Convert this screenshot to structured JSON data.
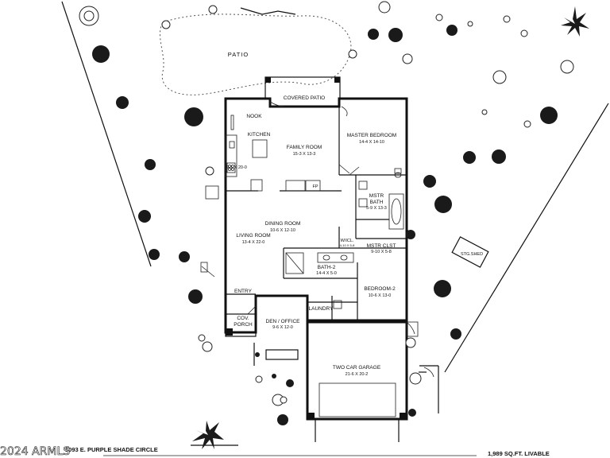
{
  "rooms": {
    "patio": "PATIO",
    "covered_patio": "COVERED PATIO",
    "nook": "NOOK",
    "kitchen": {
      "name": "KITCHEN",
      "dim": "9-1 X 20-0"
    },
    "family_room": {
      "name": "FAMILY ROOM",
      "dim": "15-3 X 13-3"
    },
    "master_bedroom": {
      "name": "MASTER BEDROOM",
      "dim": "14-4 X 14-10"
    },
    "mstr_bath": {
      "line1": "MSTR",
      "line2": "BATH",
      "dim": "5-9 X 13-3"
    },
    "fp": "FP",
    "dining_room": {
      "name": "DINING ROOM",
      "dim": "10-6 X 12-10"
    },
    "living_room": {
      "name": "LIVING ROOM",
      "dim": "13-4 X 22-0"
    },
    "wicl": {
      "name": "W/ICL.",
      "dim": "4-10 X 5-8"
    },
    "mstr_clst": {
      "name": "MSTR CLST",
      "dim": "9-10 X 5-8"
    },
    "bath_2": {
      "name": "BATH-2",
      "dim": "14-4 X 5-0"
    },
    "bedroom_2": {
      "name": "BEDROOM-2",
      "dim": "10-6 X 13-0"
    },
    "entry": "ENTRY",
    "cov_porch": {
      "line1": "COV.",
      "line2": "PORCH"
    },
    "den_office": {
      "name": "DEN / OFFICE",
      "dim": "9-6 X 12-0"
    },
    "laundry": "LAUNDRY",
    "garage": {
      "name": "TWO CAR GARAGE",
      "dim": "21-6 X 20-2"
    },
    "stg_shed": "STG.SHED"
  },
  "address": "1093 E. PURPLE SHADE CIRCLE",
  "watermark": "2024 ARMLS",
  "sqft": "1,989 SQ.FT. LIVABLE",
  "colors": {
    "line": "#111111",
    "background": "#ffffff"
  }
}
